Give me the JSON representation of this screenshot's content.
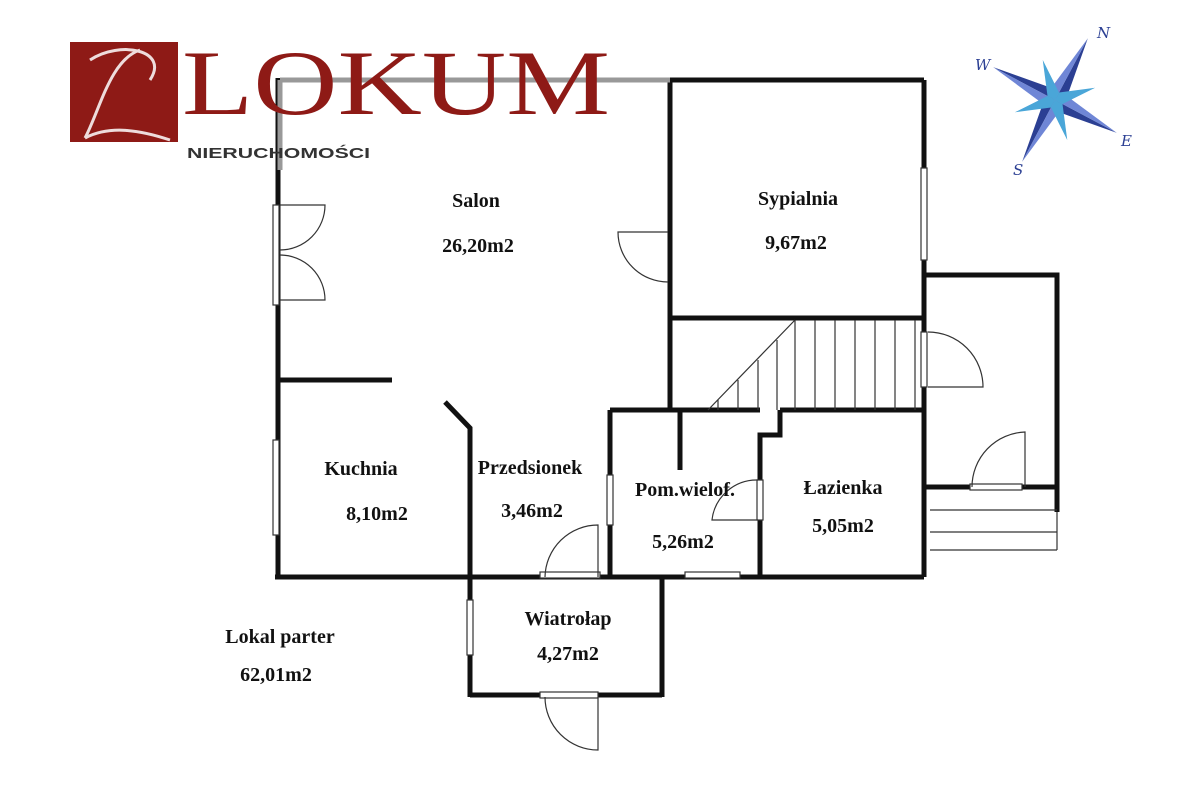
{
  "logo": {
    "brand": "LOKUM",
    "subtitle": "NIERUCHOMOŚCI",
    "color": "#8e1a16"
  },
  "compass": {
    "labels": [
      "N",
      "E",
      "S",
      "W"
    ],
    "color": "#2b3f93"
  },
  "rooms": [
    {
      "name": "Salon",
      "area": "26,20m2"
    },
    {
      "name": "Sypialnia",
      "area": "9,67m2"
    },
    {
      "name": "Kuchnia",
      "area": "8,10m2"
    },
    {
      "name": "Przedsionek",
      "area": "3,46m2"
    },
    {
      "name": "Pom.wielof.",
      "area": "5,26m2"
    },
    {
      "name": "Łazienka",
      "area": "5,05m2"
    },
    {
      "name": "Wiatrołap",
      "area": "4,27m2"
    }
  ],
  "total": {
    "label": "Lokal parter",
    "area": "62,01m2"
  }
}
